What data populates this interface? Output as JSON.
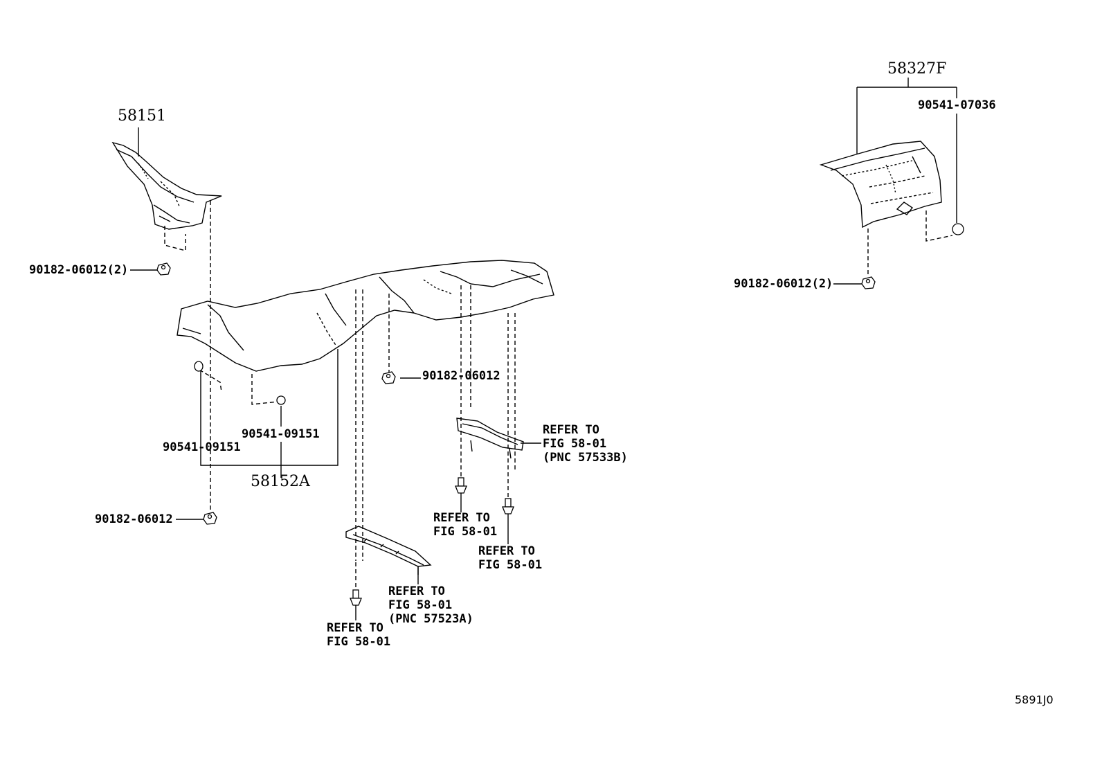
{
  "parts": {
    "p58151": "58151",
    "p58327f": "58327F",
    "p58152a": "58152A",
    "p90541_07036": "90541-07036",
    "nut_2_left": "90182-06012(2)",
    "nut_2_right": "90182-06012(2)",
    "nut_center": "90182-06012",
    "nut_bottom": "90182-06012",
    "clip_left": "90541-09151",
    "clip_mid": "90541-09151"
  },
  "refs": {
    "ref_pnc_57533b": [
      "REFER TO",
      "FIG 58-01",
      "(PNC 57533B)"
    ],
    "ref_fig_a": [
      "REFER TO",
      "FIG 58-01"
    ],
    "ref_fig_b": [
      "REFER TO",
      "FIG 58-01"
    ],
    "ref_pnc_57523a": [
      "REFER TO",
      "FIG 58-01",
      "(PNC 57523A)"
    ],
    "ref_fig_c": [
      "REFER TO",
      "FIG 58-01"
    ]
  },
  "diagram_code": "5891J0"
}
